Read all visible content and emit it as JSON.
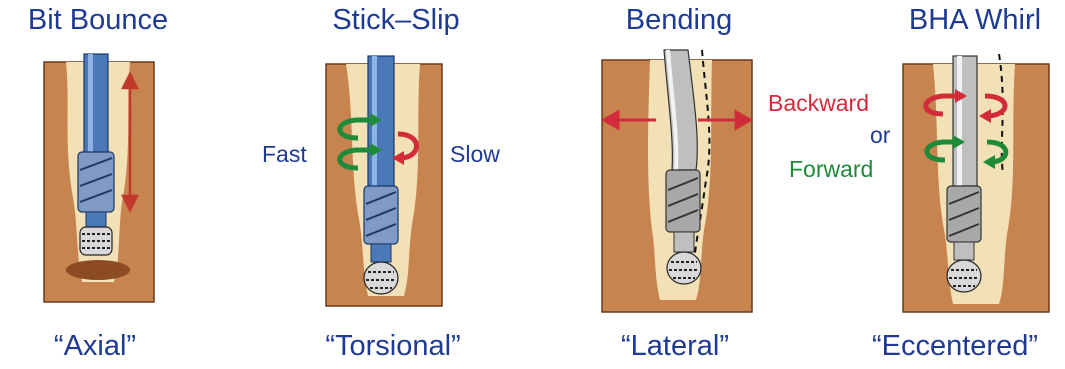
{
  "panels": [
    {
      "title": "Bit Bounce",
      "caption": "“Axial”"
    },
    {
      "title": "Stick–Slip",
      "caption": "“Torsional”"
    },
    {
      "title": "Bending",
      "caption": "“Lateral”"
    },
    {
      "title": "BHA Whirl",
      "caption": "“Eccentered”"
    }
  ],
  "labels": {
    "fast": "Fast",
    "slow": "Slow",
    "backward": "Backward",
    "or": "or",
    "forward": "Forward"
  },
  "colors": {
    "formation": "#c8844e",
    "borehole": "#f2e0b6",
    "pipe_blue": "#4a78b8",
    "pipe_grey": "#b5b5b5",
    "title_blue": "#1f3a93",
    "arrow_red": "#d22b3a",
    "arrow_green": "#1f8a3a"
  }
}
